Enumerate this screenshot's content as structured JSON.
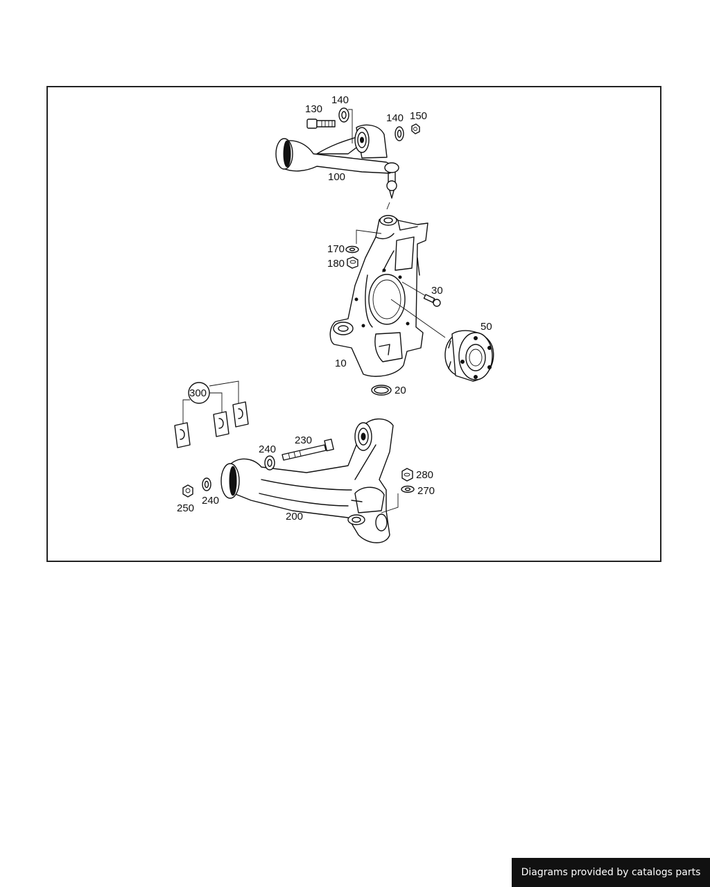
{
  "diagram": {
    "labels": {
      "p130": "130",
      "p140a": "140",
      "p140b": "140",
      "p150": "150",
      "p100": "100",
      "p170": "170",
      "p180": "180",
      "p30": "30",
      "p50": "50",
      "p10": "10",
      "p20": "20",
      "p300": "300",
      "p230": "230",
      "p240a": "240",
      "p240b": "240",
      "p250": "250",
      "p200": "200",
      "p280": "280",
      "p270": "270"
    }
  },
  "footer": {
    "credit": "Diagrams provided by catalogs parts"
  }
}
